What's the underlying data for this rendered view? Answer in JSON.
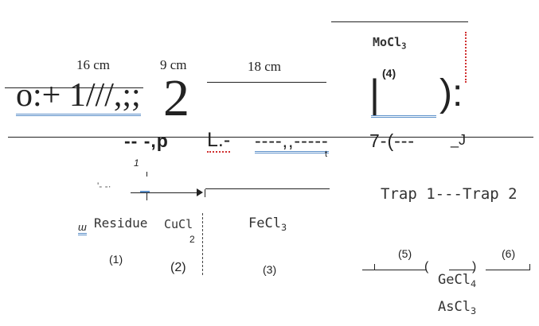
{
  "dimensions": {
    "d1": "16 cm",
    "d2": "9 cm",
    "d3": "18 cm"
  },
  "garbled": {
    "top_left": "o:+ 1///,;;",
    "top_left_big": "2",
    "mid_row_a": "-- -,p",
    "mid_row_b": "L.-",
    "mid_row_c": "----,,-----",
    "mid_row_d": "7-(---",
    "mid_row_e": "_J",
    "small_t": "t",
    "small_1": "1",
    "frag_left": "'- -·",
    "mid_bar": "|",
    "bracket_close": "):",
    "ul_mark": "ш"
  },
  "reagents": {
    "moc_base": "MoCl",
    "moc_sub": "3",
    "moc_num": "(4)",
    "residue": "Residue",
    "cucl": "CuCl",
    "cucl_mark": "2",
    "fecl_base": "FeCl",
    "fecl_sub": "3",
    "gecl_base": "GeCl",
    "gecl_sub": "4",
    "ascl_base": "AsCl",
    "ascl_sub": "3"
  },
  "traps": {
    "label": "Trap 1---Trap 2"
  },
  "numbers": {
    "n1": "(1)",
    "n2": "(2)",
    "n3": "(3)",
    "n5": "(5)",
    "n6": "(6)"
  }
}
